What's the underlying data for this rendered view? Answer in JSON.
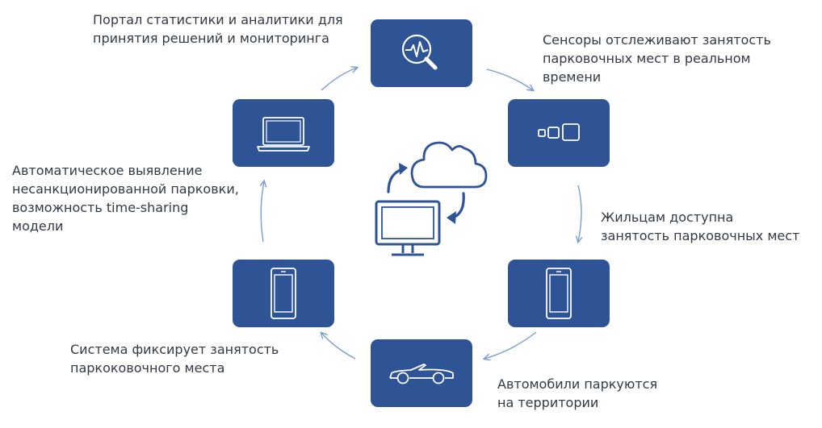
{
  "colors": {
    "box_fill": "#2f5496",
    "icon_stroke": "#ffffff",
    "arrow": "#7a9cd3",
    "center_icon": "#2f5496",
    "text": "#333a45"
  },
  "steps": [
    {
      "icon": "analytics-magnifier-icon",
      "label": "Портал статистики и аналитики для\nпринятия решений и мониторинга"
    },
    {
      "icon": "sensor-icon",
      "label": "Сенсоры отслеживают занятость\nпарковочных мест в реальном\nвремени"
    },
    {
      "icon": "smartphone-icon",
      "label": "Жильцам доступна\nзанятость парковочных мест"
    },
    {
      "icon": "car-icon",
      "label": "Автомобили паркуются\nна территории"
    },
    {
      "icon": "smartphone-icon",
      "label": "Система фиксирует занятость\nпаркоковочного места"
    },
    {
      "icon": "laptop-icon",
      "label": "Автоматическое выявление\nнесанкционированной парковки,\nвозможность time-sharing\nмодели"
    }
  ],
  "center": {
    "icon": "cloud-monitor-sync-icon"
  }
}
